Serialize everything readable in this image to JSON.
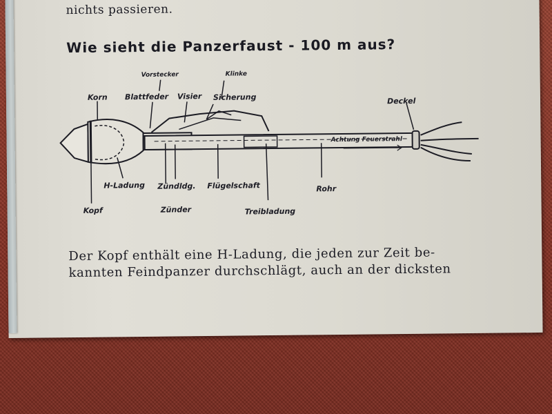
{
  "page": {
    "top_line_1": "",
    "top_line_2": "nichts passieren.",
    "heading": "Wie sieht die Panzerfaust - 100 m aus?",
    "body_line_1": "Der Kopf enthält eine H-Ladung, die jeden zur Zeit be-",
    "body_line_2": "kannten Feindpanzer durchschlägt, auch an der dicksten"
  },
  "diagram": {
    "labels": {
      "vorstecker": "Vorstecker",
      "klinke": "Klinke",
      "korn": "Korn",
      "blattfeder": "Blattfeder",
      "visier": "Visier",
      "sicherung": "Sicherung",
      "deckel": "Deckel",
      "warning": "Achtung Feuerstrahl",
      "h_ladung": "H-Ladung",
      "zuendladung": "Zündldg.",
      "fluegelschaft": "Flügelschaft",
      "rohr": "Rohr",
      "kopf": "Kopf",
      "zuender": "Zünder",
      "treibladung": "Treibladung"
    }
  },
  "colors": {
    "paper": "#dedcd4",
    "ink": "#1c1c24",
    "cloth": "#8e3a2c"
  }
}
